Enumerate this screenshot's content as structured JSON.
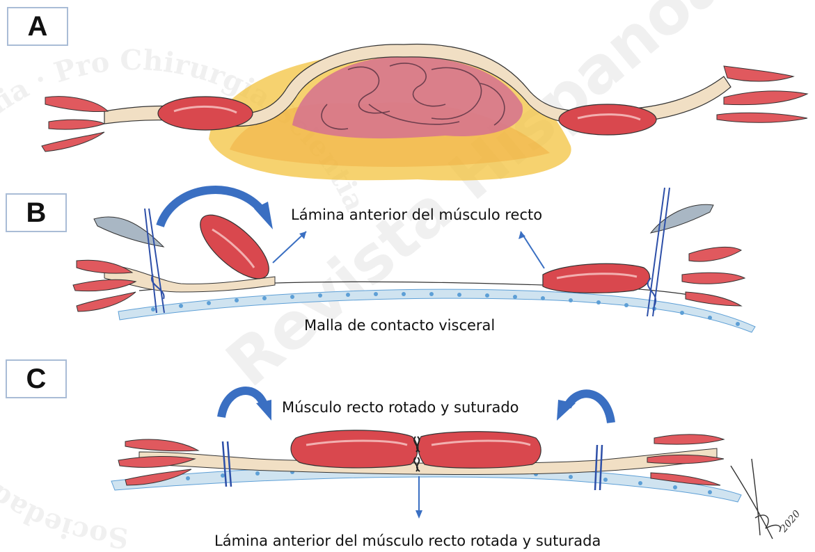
{
  "panels": {
    "a": {
      "label": "A"
    },
    "b": {
      "label": "B",
      "caption_anterior": "Lámina anterior del músculo recto",
      "caption_mesh": "Malla de contacto visceral"
    },
    "c": {
      "label": "C",
      "caption_rotated": "Músculo recto rotado y suturado",
      "caption_bottom": "Lámina anterior del músculo recto rotada y suturada"
    }
  },
  "watermark": {
    "circle_text": "Sociedad Hispanoamericana de Hernia · Pro Chirurgia Scientia",
    "diagonal_text": "Revista Hispanoamericana de Hernia"
  },
  "signature": {
    "year": "2020"
  },
  "colors": {
    "muscle": "#d9484e",
    "muscle_light": "#e98d8f",
    "fascia": "#f1dfc4",
    "mesh": "#cfe3f0",
    "mesh_dots": "#5d9fd6",
    "arrow": "#3a6fc2",
    "suture": "#2d4fa8",
    "fat": "#f3c33f",
    "hernia": "#d5718f"
  }
}
